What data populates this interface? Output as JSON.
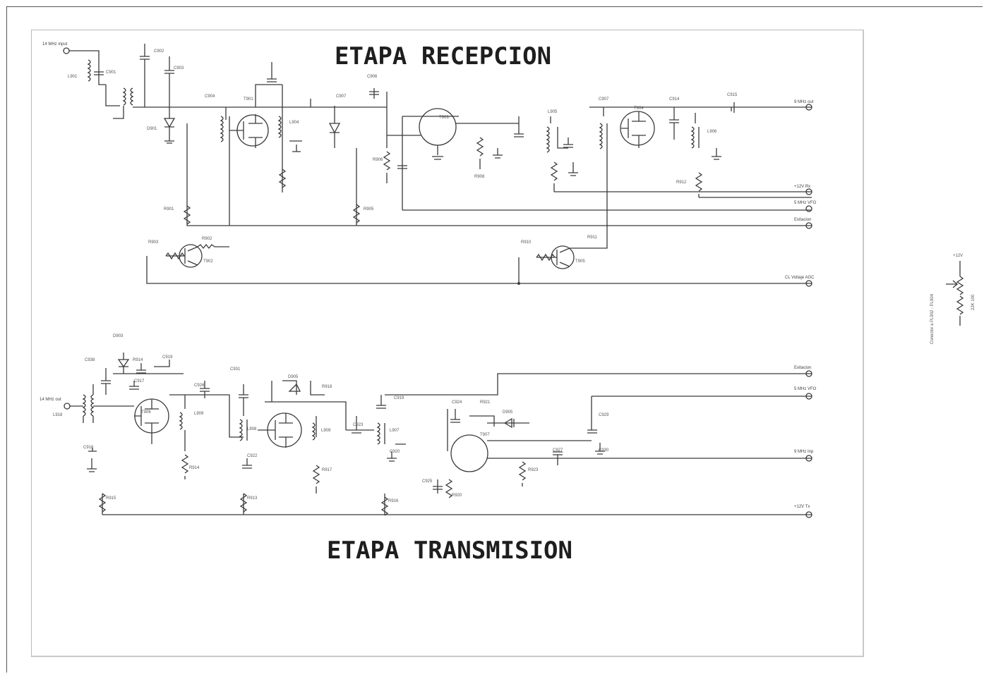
{
  "titles": {
    "top": "ETAPA RECEPCION",
    "bottom": "ETAPA TRANSMISION"
  },
  "ports_rx": {
    "in": "14 MHz input",
    "out": "9 MHz out",
    "v12rx": "+12V Rx",
    "vfo": "5 MHz VFO",
    "ext": "Exitacion",
    "agc": "CL Voltaje AGC"
  },
  "ports_tx": {
    "ext": "Exitacion",
    "vfo": "5 MHz VFO",
    "in9": "9 MHz Inp",
    "v12tx": "+12V Tx",
    "out14": "14 MHz out"
  },
  "side_label": "Conector a PL902 - PL904",
  "side_value": "+12V"
}
